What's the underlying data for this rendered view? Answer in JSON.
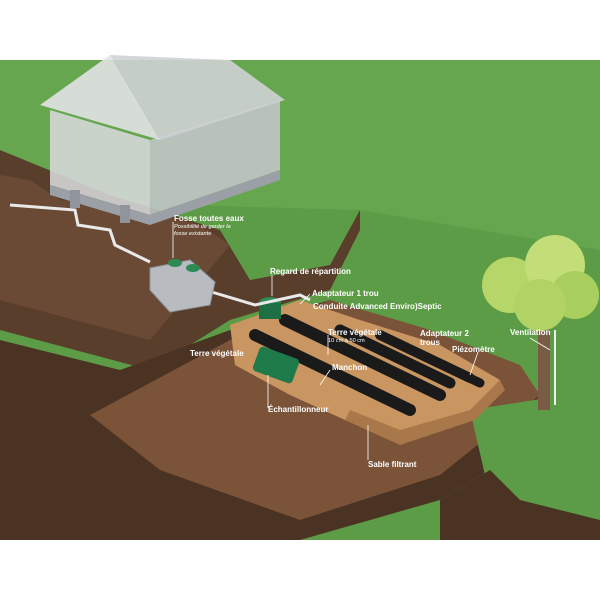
{
  "labels": {
    "fosse": "Fosse toutes eaux",
    "fosse_note_1": "Possibilité de garder la",
    "fosse_note_2": "fosse existante",
    "regard": "Regard de répartition",
    "adaptateur1": "Adaptateur 1 trou",
    "conduite": "Conduite Advanced Enviro)Septic",
    "terre_vegetale_top": "Terre végétale",
    "terre_vegetale_depth": "10 cm à 50 cm",
    "terre_vegetale_left": "Terre végétale",
    "manchon": "Manchon",
    "echantillonneur": "Échantillonneur",
    "adaptateur2_line1": "Adaptateur 2",
    "adaptateur2_line2": "trous",
    "piezometre": "Piézomètre",
    "ventilation": "Ventilation",
    "sable": "Sable filtrant"
  },
  "colors": {
    "grass": "#5a9a45",
    "grass_light": "#6eaf55",
    "soil_dark": "#4a3426",
    "soil": "#6b4a35",
    "sand": "#c89560",
    "pipe": "#1e1e1e",
    "green_part": "#1f7a4a",
    "sky": "#ffffff"
  }
}
